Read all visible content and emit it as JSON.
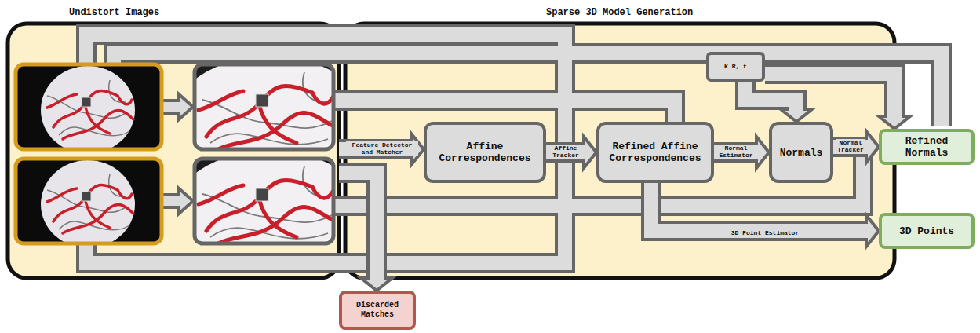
{
  "diagram": {
    "nodes": [
      {
        "text": [
          "Undistort Images"
        ]
      },
      {
        "text": [
          "Sparse 3D Model Generation"
        ]
      },
      {
        "text": [
          "K R, t"
        ],
        "in": 1
      },
      {
        "text": [
          "Affine Correspondences"
        ],
        "in": 1
      },
      {
        "text": [
          "Refined Affine Correspondences"
        ],
        "in": 1
      },
      {
        "text": [
          "Normals"
        ],
        "in": 1
      },
      {
        "text": [
          "Refined Normals"
        ]
      },
      {
        "text": [
          "3D Points"
        ]
      },
      {
        "text": [
          "Discarded Matches"
        ]
      }
    ],
    "edges": [
      {
        "from": 0,
        "to": 3,
        "label": "Feature Detector and Matcher",
        "arrow": "to"
      },
      {
        "from": 0,
        "to": 8,
        "arrow": "to"
      },
      {
        "from": 3,
        "to": 4,
        "label": "Affine Tracker",
        "arrow": "to"
      },
      {
        "from": 4,
        "to": 5,
        "label": "Normal Estimator",
        "arrow": "to"
      },
      {
        "from": 5,
        "to": 6,
        "label": "Normal Tracker",
        "arrow": "to"
      },
      {
        "from": 4,
        "to": 7,
        "label": "3D Point Estimator",
        "arrow": "to"
      },
      {
        "from": 2,
        "to": 5,
        "arrow": "to"
      },
      {
        "from": 2,
        "to": 6,
        "arrow": "to"
      }
    ]
  }
}
